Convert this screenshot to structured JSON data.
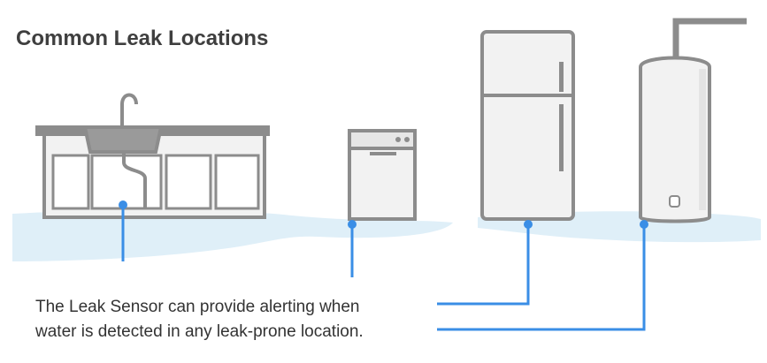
{
  "title": "Common Leak Locations",
  "caption": {
    "line1": "The Leak Sensor can provide alerting when",
    "line2": "water is detected in any leak-prone location."
  },
  "colors": {
    "appliance_stroke": "#8c8c8c",
    "appliance_fill": "#f2f2f2",
    "water": "#dfeff8",
    "sensor": "#3a8ee6",
    "text": "#333333"
  },
  "icons": [
    "kitchen-sink-cabinet-icon",
    "dishwasher-icon",
    "refrigerator-icon",
    "water-heater-icon"
  ]
}
